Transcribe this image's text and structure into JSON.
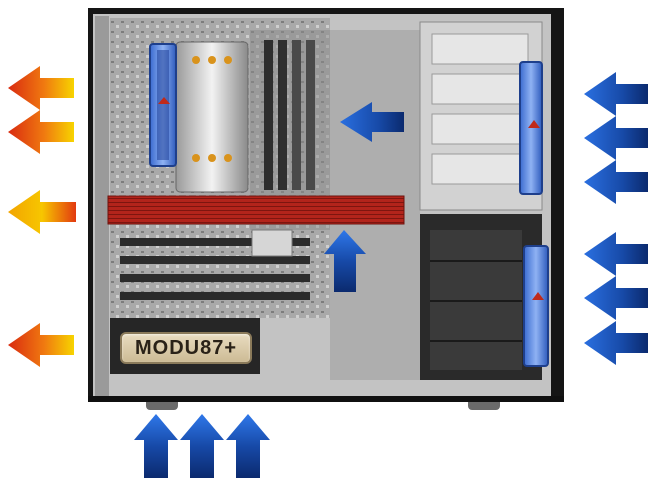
{
  "psu": {
    "label": "MODU87+"
  },
  "colors": {
    "intake_arrow": "#1a4fb0",
    "exhaust_arrow_hot": "#d92b10",
    "exhaust_arrow_warm": "#f5c400",
    "case_black": "#1c1c1c",
    "side_panel": "#b9b9b9",
    "fan_frame": "#5f86d8",
    "gpu_red": "#c0271e"
  },
  "icons": {
    "intake": "arrow-right-to-left-blue",
    "exhaust": "arrow-left-red-yellow",
    "bottom_intake": "arrow-up-blue"
  }
}
